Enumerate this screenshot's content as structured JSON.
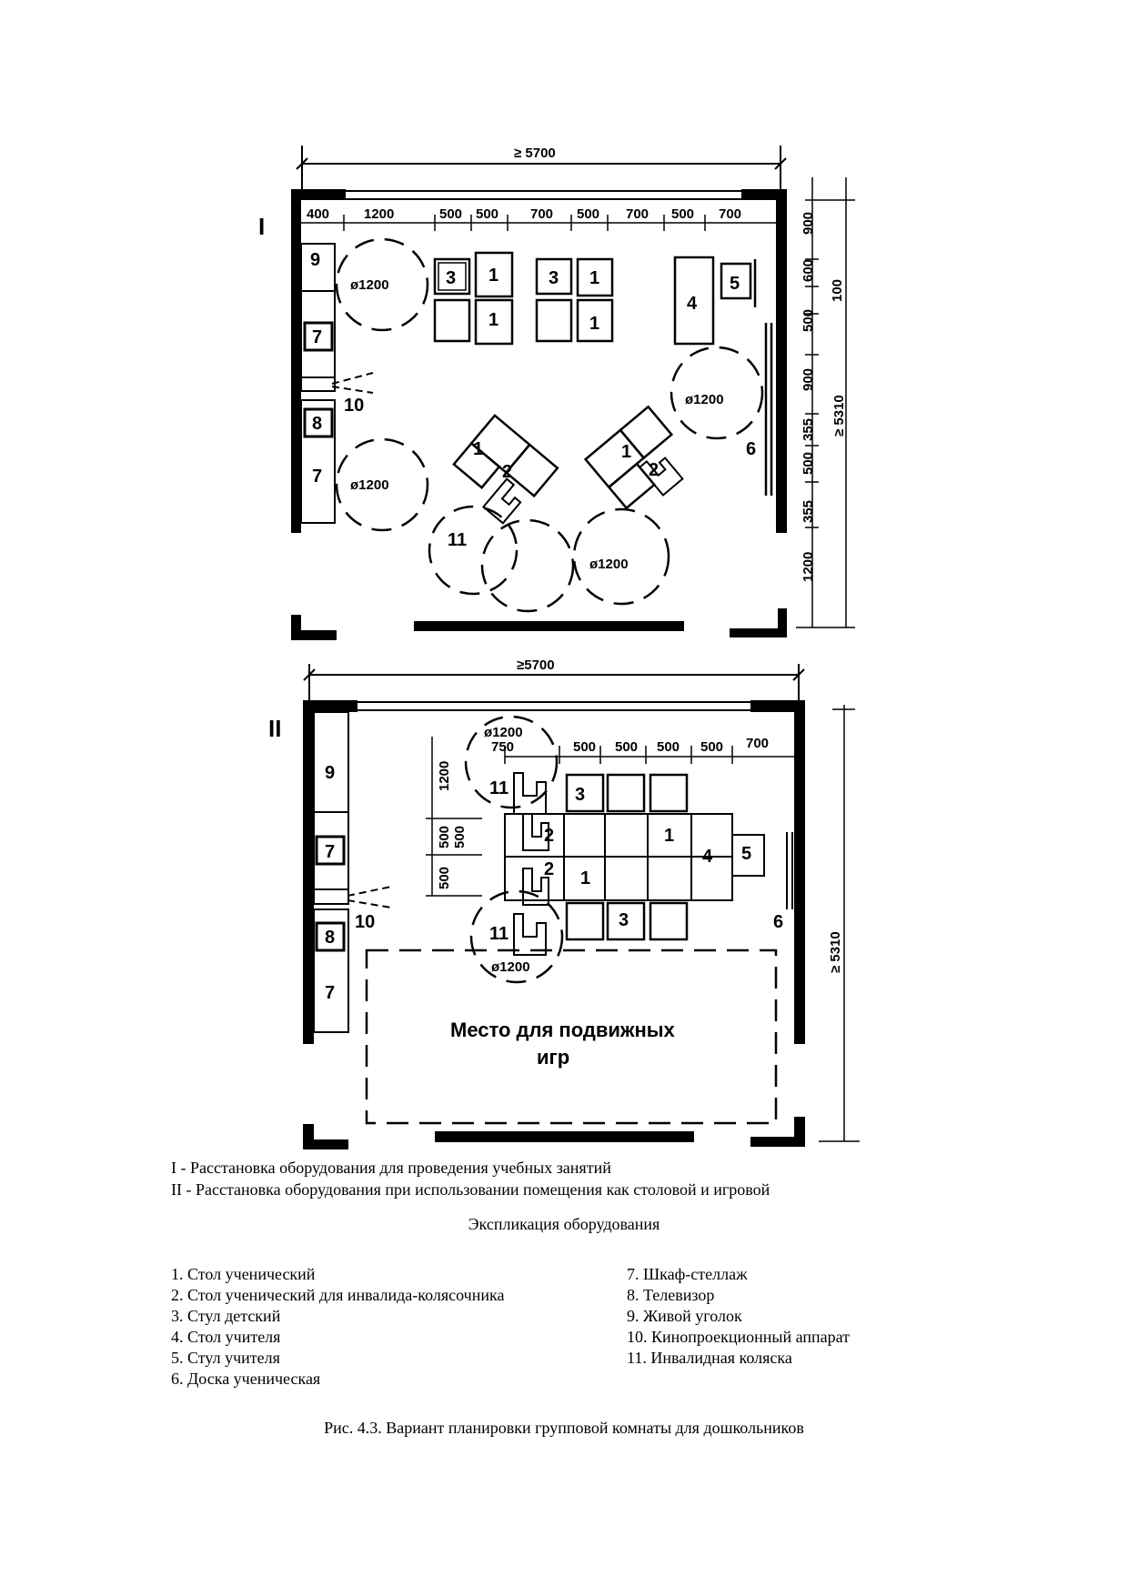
{
  "plan_i": {
    "roman": "I",
    "width_dim": "≥ 5700",
    "height_dim": "≥ 5310",
    "top_dims": [
      "400",
      "1200",
      "500",
      "500",
      "700",
      "500",
      "700",
      "500",
      "700"
    ],
    "side_dims": [
      "900",
      "600",
      "100",
      "500",
      "900",
      "355",
      "500",
      "355",
      "1200"
    ],
    "circle_label": "ø1200",
    "labels": {
      "n9": "9",
      "n7a": "7",
      "n10": "10",
      "n8": "8",
      "n7b": "7",
      "n3a": "3",
      "n1a": "1",
      "n1b": "1",
      "n3b": "3",
      "n1c": "1",
      "n1d": "1",
      "n4": "4",
      "n5": "5",
      "n6": "6",
      "n1e": "1",
      "n2a": "2",
      "n11": "11",
      "n1f": "1",
      "n2b": "2"
    }
  },
  "plan_ii": {
    "roman": "II",
    "width_dim": "≥5700",
    "height_dim": "≥ 5310",
    "top_dims": [
      "750",
      "500",
      "500",
      "500",
      "500",
      "700"
    ],
    "side_dims": [
      "1200",
      "500",
      "500",
      "500"
    ],
    "circle_label": "ø1200",
    "labels": {
      "n9": "9",
      "n7a": "7",
      "n10": "10",
      "n8": "8",
      "n7b": "7",
      "n11a": "11",
      "n3a": "3",
      "n2a": "2",
      "n1a": "1",
      "n4": "4",
      "n5": "5",
      "n2b": "2",
      "n1b": "1",
      "n11b": "11",
      "n3b": "3",
      "n6": "6"
    },
    "play_area": [
      "Место для подвижных",
      "игр"
    ]
  },
  "captions": {
    "line1": "I - Расстановка оборудования для проведения учебных занятий",
    "line2": "II - Расстановка оборудования при использовании помещения как столовой и игровой"
  },
  "explication_title": "Экспликация оборудования",
  "legend_left": [
    "1. Стол ученический",
    "2. Стол ученический для инвалида-колясочника",
    "3. Стул детский",
    "4. Стол учителя",
    "5. Стул учителя",
    "6. Доска ученическая"
  ],
  "legend_right": [
    "7. Шкаф-стеллаж",
    "8. Телевизор",
    "9. Живой уголок",
    "10. Кинопроекционный аппарат",
    "11. Инвалидная коляска"
  ],
  "figure_caption": "Рис. 4.3. Вариант планировки групповой комнаты для дошкольников"
}
